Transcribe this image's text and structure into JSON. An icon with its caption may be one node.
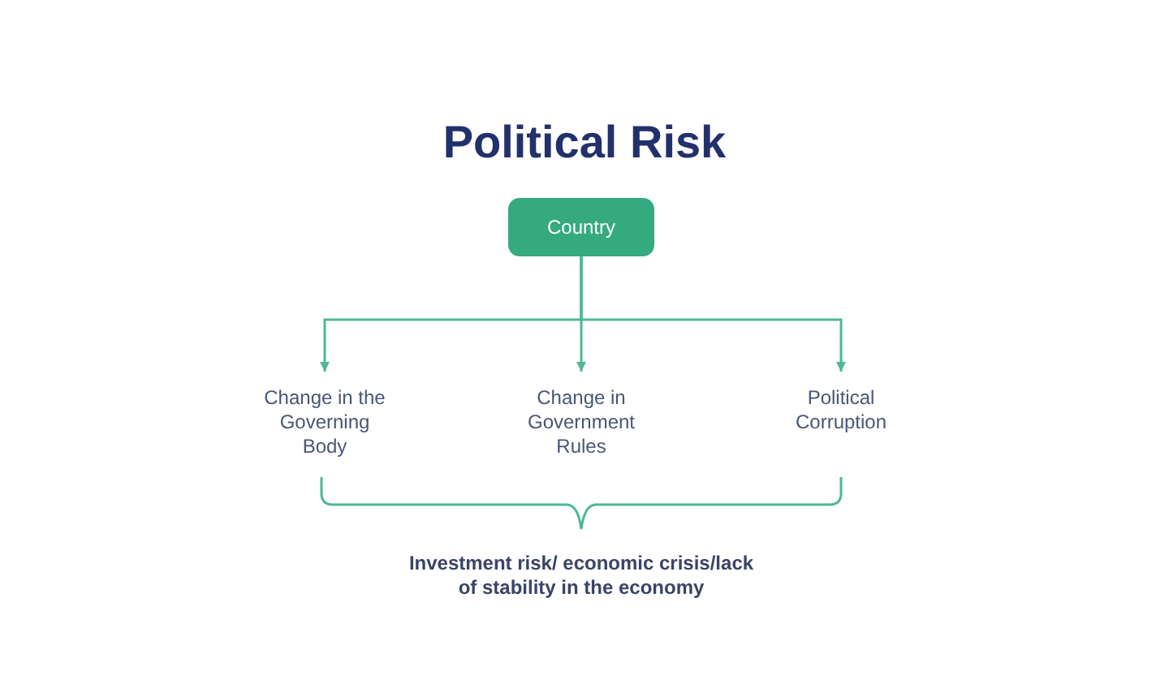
{
  "diagram": {
    "title": "Political Risk",
    "nodes": [
      {
        "text": [
          "Country"
        ]
      },
      {
        "text": [
          "Change in the Governing Body"
        ]
      },
      {
        "text": [
          "Change in Government Rules"
        ]
      },
      {
        "text": [
          "Political Corruption"
        ]
      }
    ],
    "edges": [
      {
        "from": 0,
        "to": 1,
        "arrow": "to"
      },
      {
        "from": 0,
        "to": 2,
        "arrow": "to"
      },
      {
        "from": 0,
        "to": 3,
        "arrow": "to"
      }
    ],
    "labels": [
      "Investment risk/ economic crisis/lack of stability in the economy"
    ]
  }
}
